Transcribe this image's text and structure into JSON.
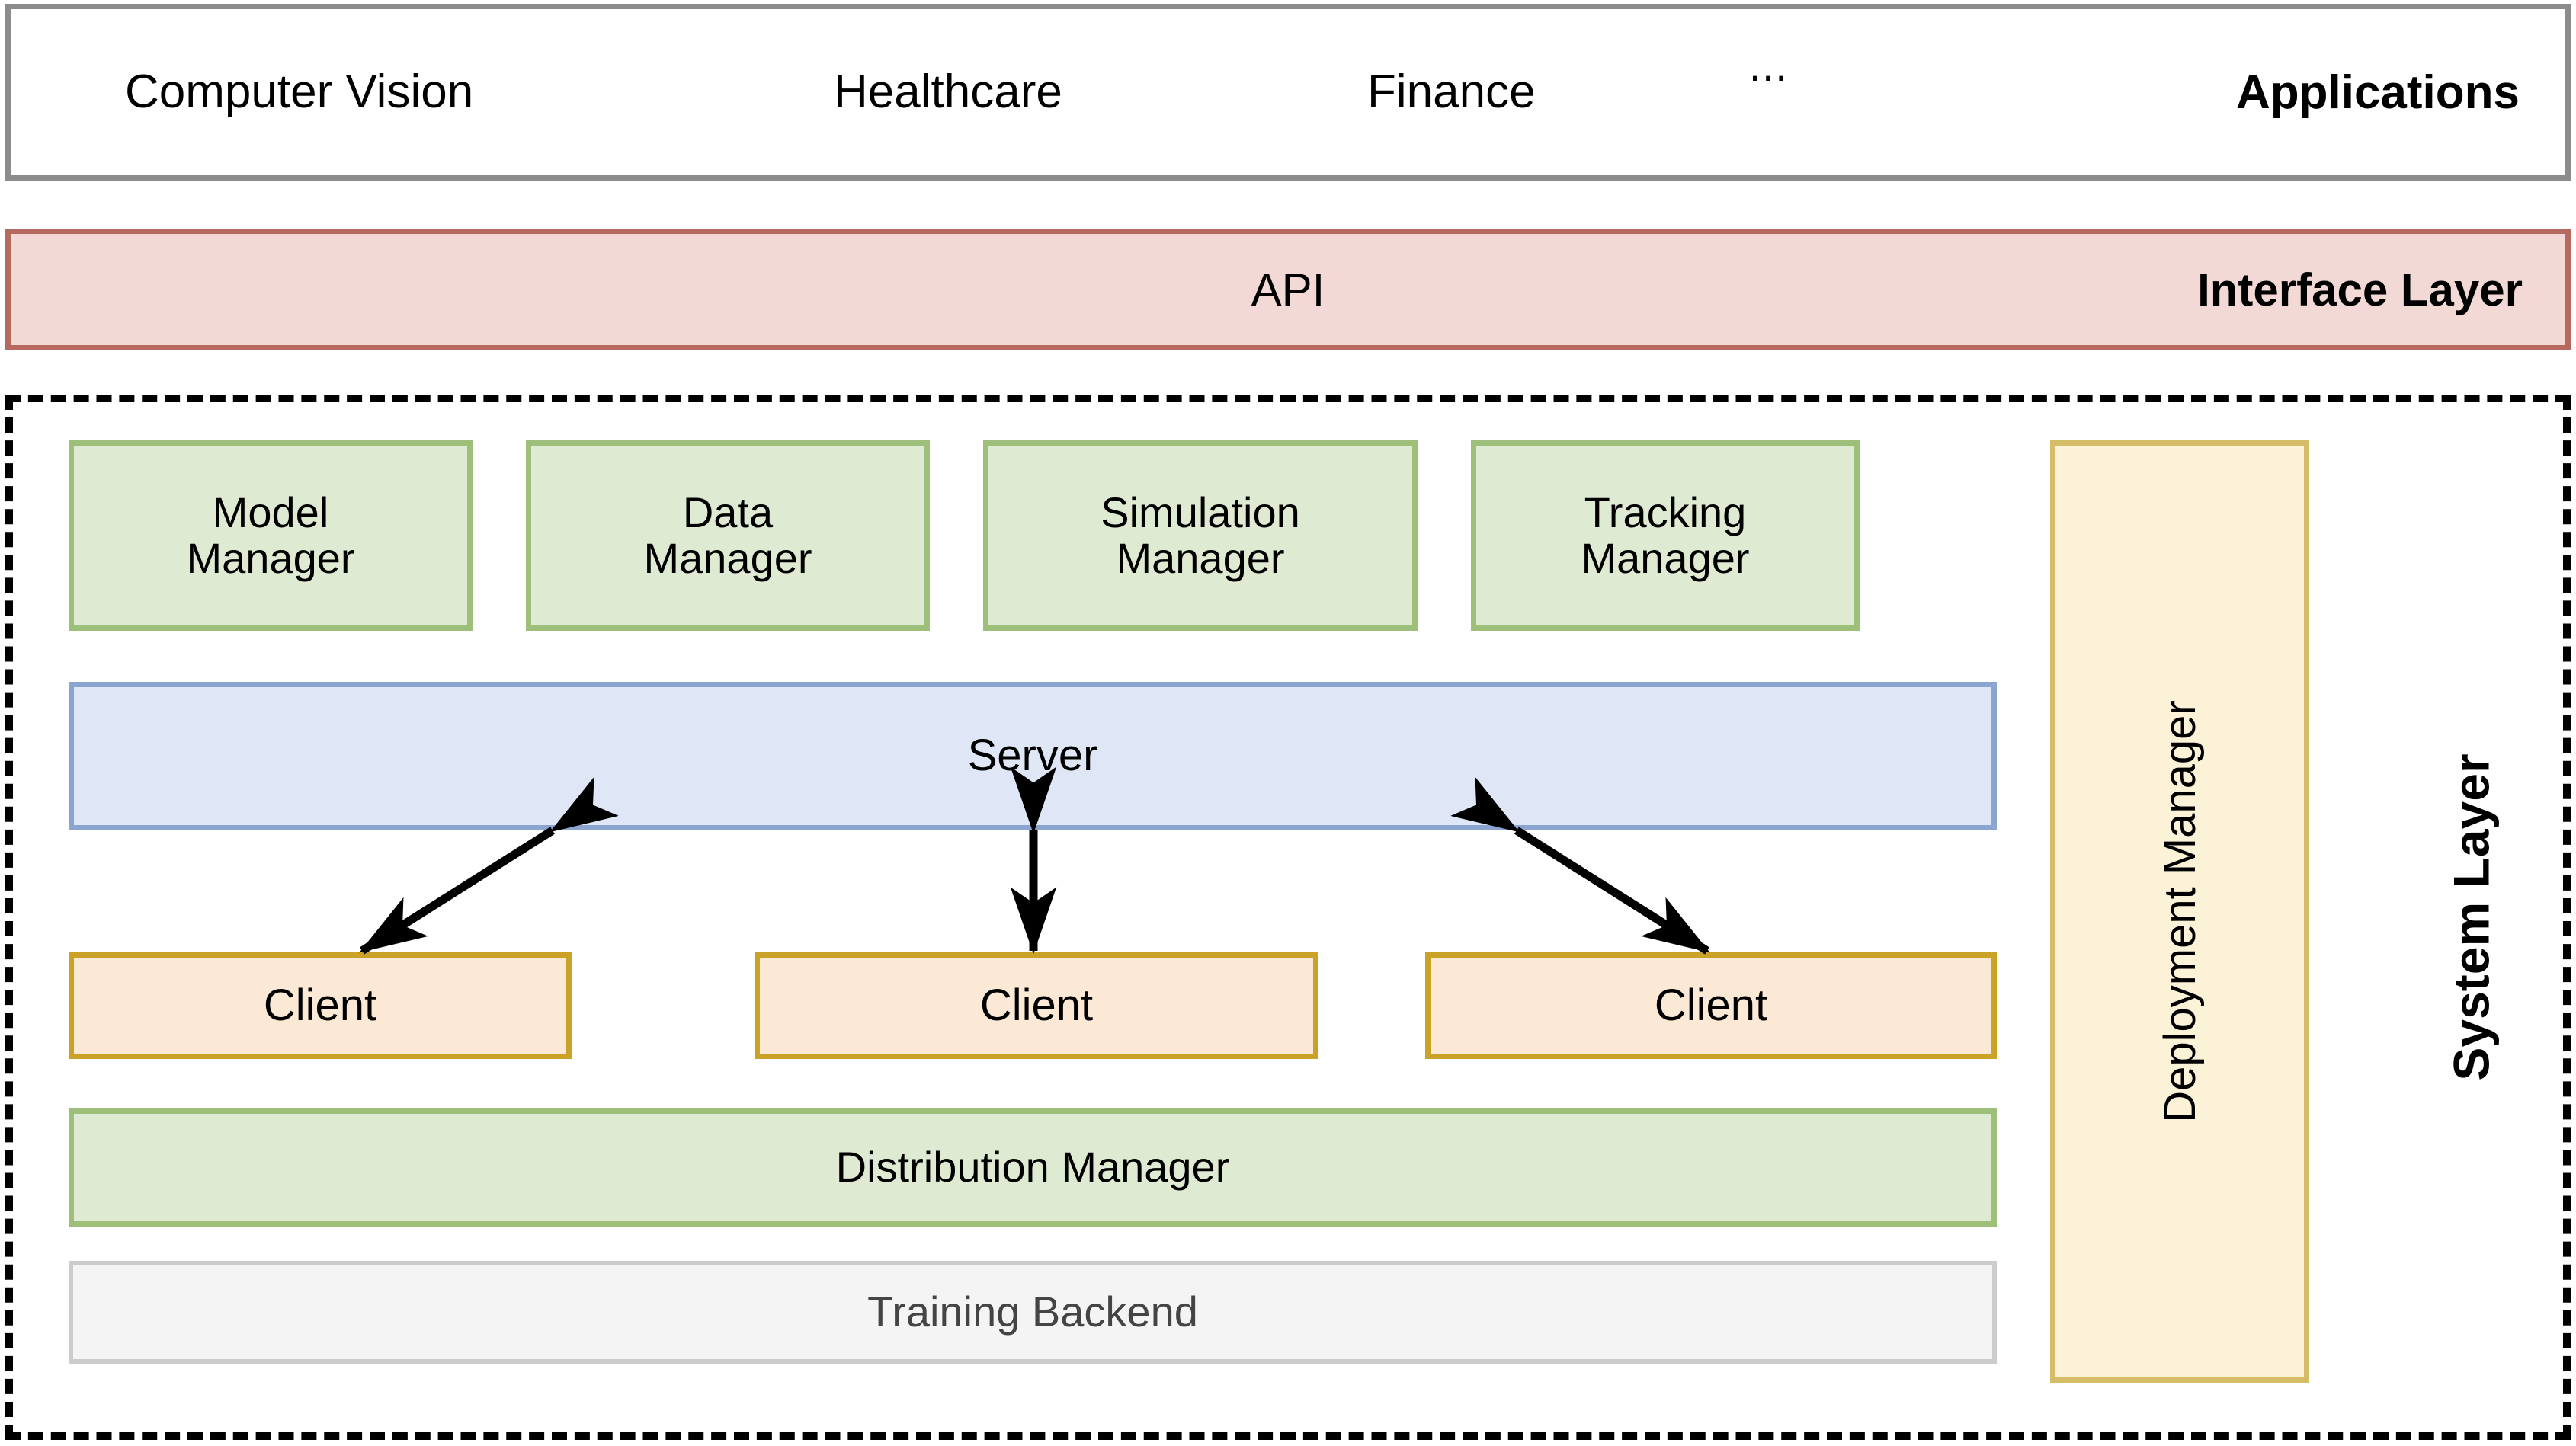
{
  "applications": {
    "title": "Applications",
    "items": [
      {
        "label": "Computer Vision"
      },
      {
        "label": "Healthcare"
      },
      {
        "label": "Finance"
      }
    ],
    "ellipsis": "⋯",
    "border_color": "#8c8c8c",
    "fill_color": "#ffffff"
  },
  "interface_layer": {
    "title": "Interface Layer",
    "api_label": "API",
    "fill_color": "#f2d9d5",
    "border_color": "#b5695f"
  },
  "system_layer": {
    "title": "System Layer",
    "border_style": "dashed",
    "border_color": "#000000",
    "managers": [
      {
        "line1": "Model",
        "line2": "Manager"
      },
      {
        "line1": "Data",
        "line2": "Manager"
      },
      {
        "line1": "Simulation",
        "line2": "Manager"
      },
      {
        "line1": "Tracking",
        "line2": "Manager"
      }
    ],
    "manager_fill_color": "#dfead3",
    "manager_border_color": "#9dbf79",
    "server": {
      "label": "Server",
      "fill_color": "#dfe7f7",
      "border_color": "#8ba4d0"
    },
    "clients": [
      {
        "label": "Client"
      },
      {
        "label": "Client"
      },
      {
        "label": "Client"
      }
    ],
    "client_fill_color": "#fbe9d5",
    "client_border_color": "#c9a227",
    "distribution_manager": {
      "label": "Distribution Manager",
      "fill_color": "#dfead3",
      "border_color": "#9dbf79"
    },
    "training_backend": {
      "label": "Training Backend",
      "fill_color": "#f4f4f4",
      "border_color": "#cccccc",
      "text_color": "#444444"
    },
    "deployment_manager": {
      "label": "Deployment Manager",
      "fill_color": "#fcf2d8",
      "border_color": "#d4bd66",
      "orientation": "vertical"
    },
    "connections": [
      {
        "from": "server",
        "to": "client-1",
        "type": "double-arrow",
        "direction": "diagonal-left"
      },
      {
        "from": "server",
        "to": "client-2",
        "type": "double-arrow",
        "direction": "vertical"
      },
      {
        "from": "server",
        "to": "client-3",
        "type": "double-arrow",
        "direction": "diagonal-right"
      }
    ]
  }
}
